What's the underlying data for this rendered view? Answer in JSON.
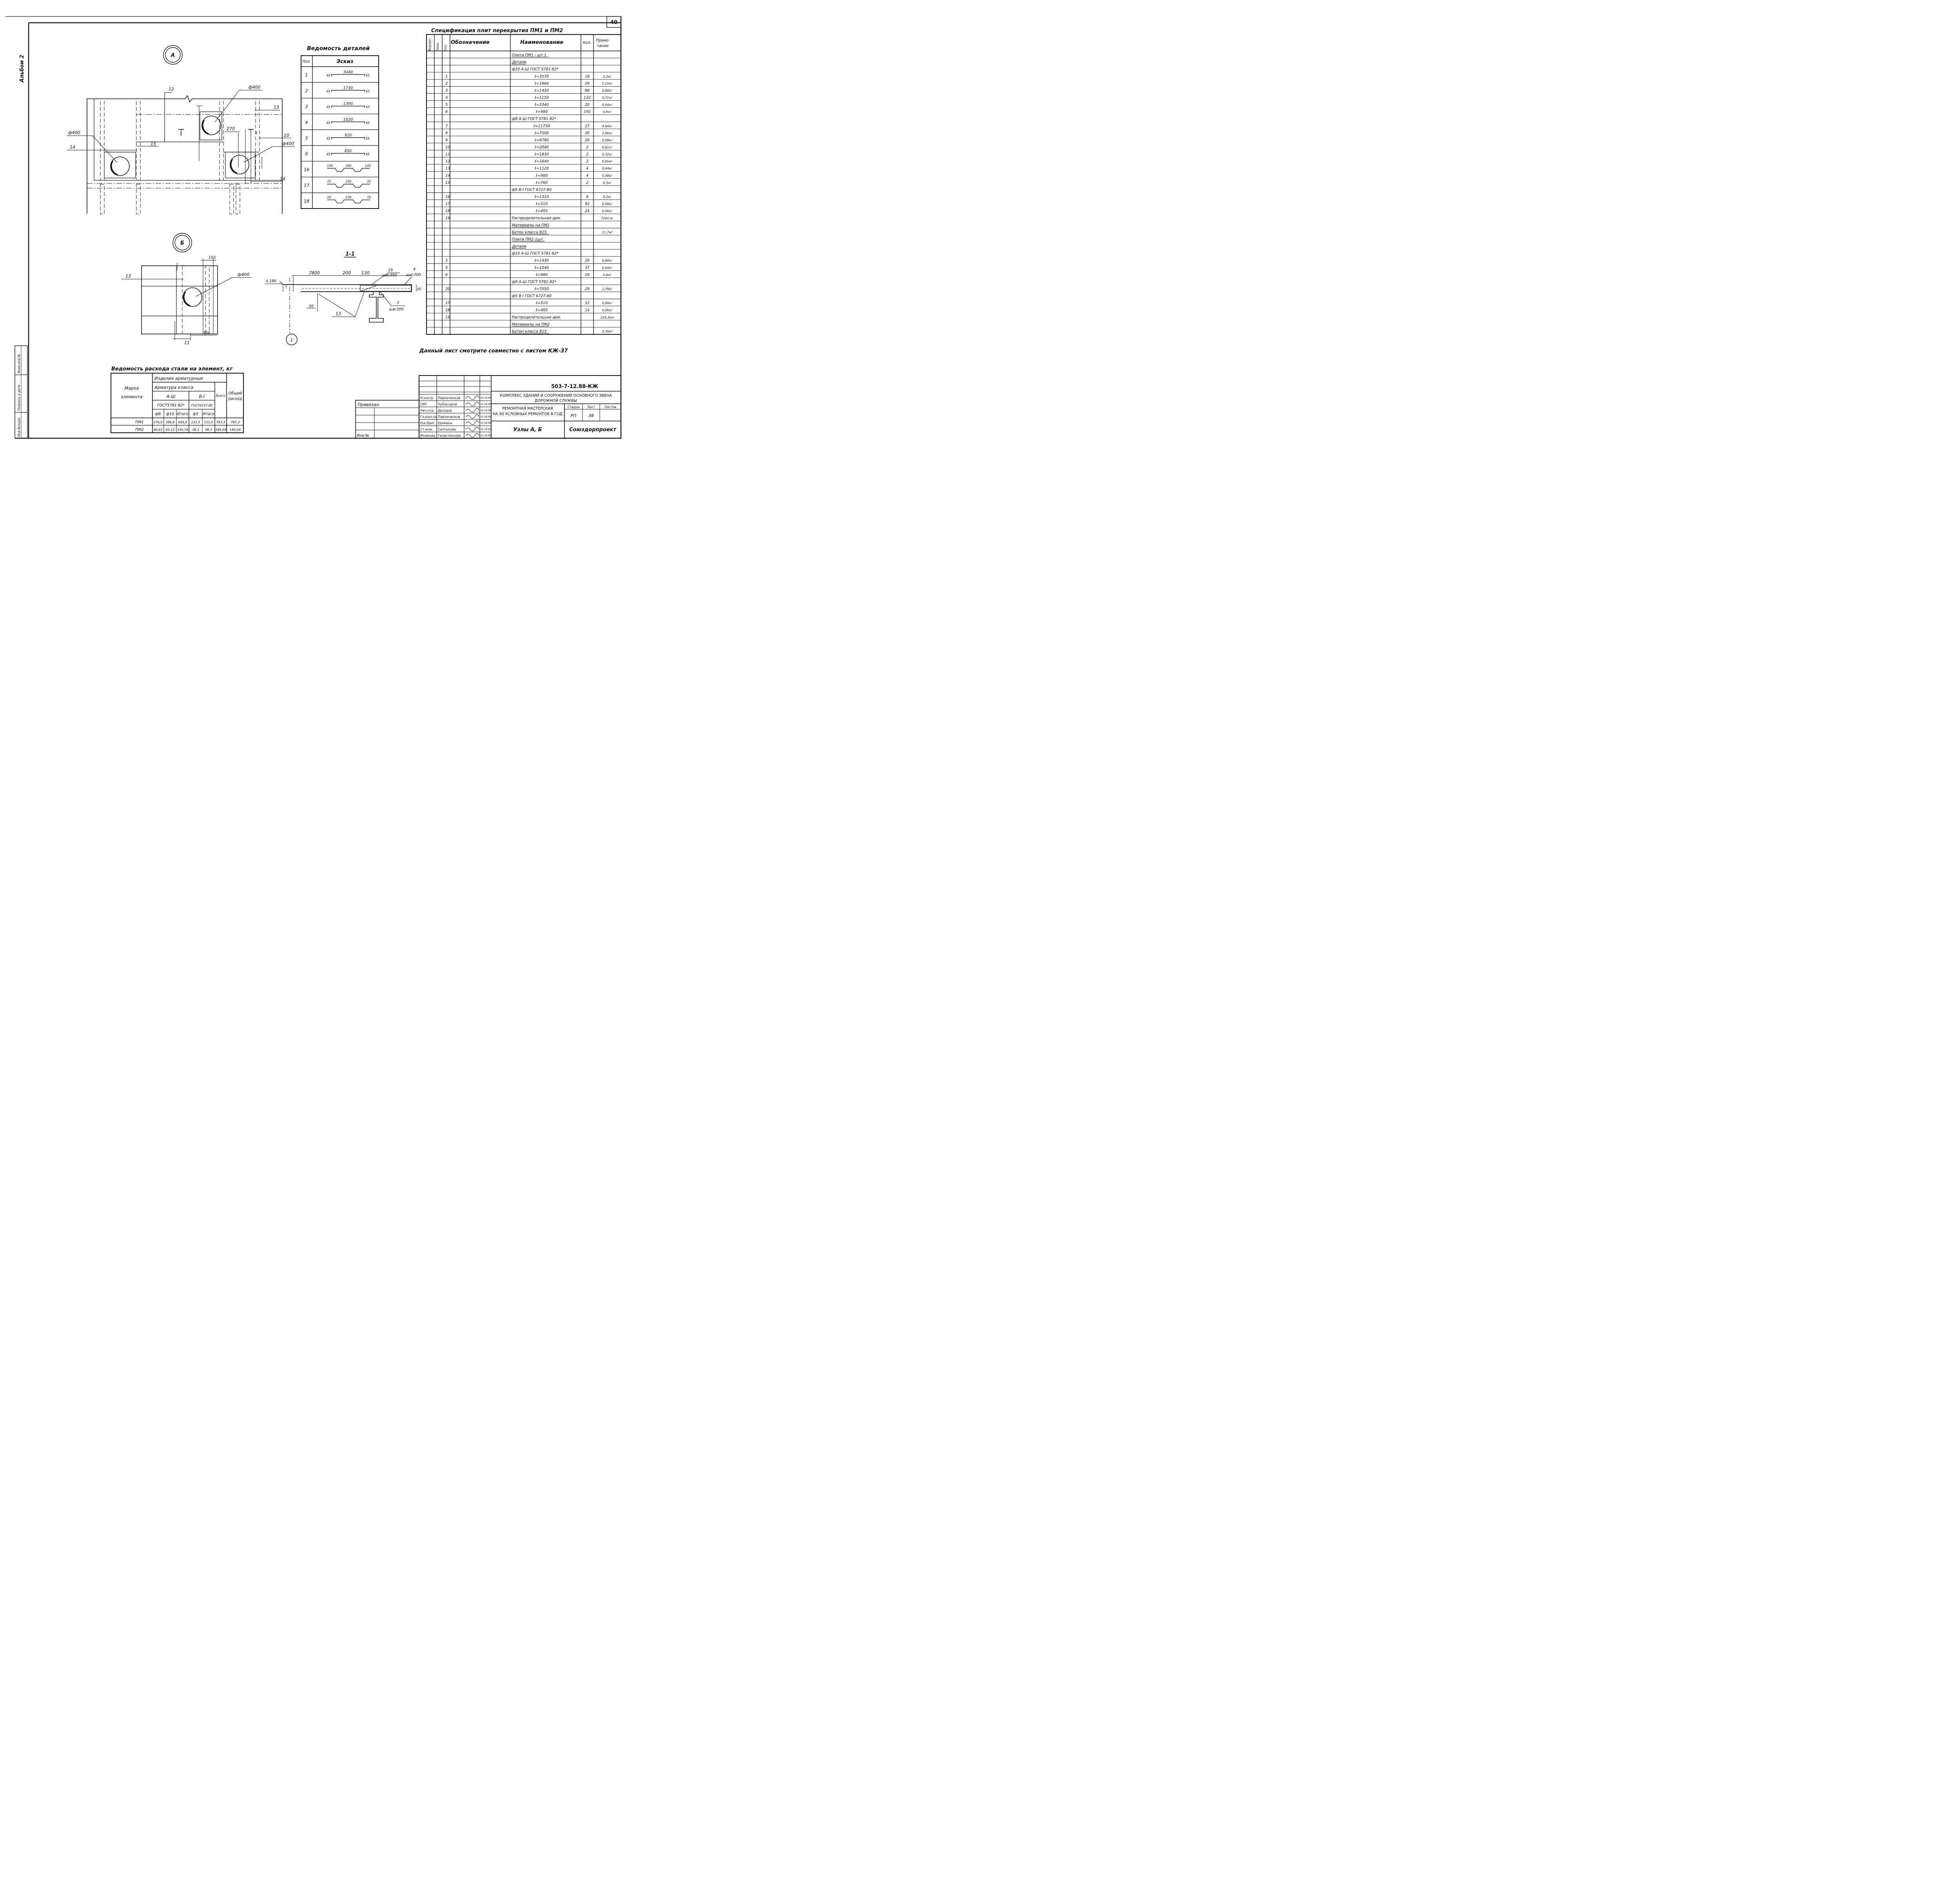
{
  "sheet_no": "40",
  "album_label": "Альбом 2",
  "node_a": "А",
  "node_b": "Б",
  "section_mark": "1-1",
  "axis_mark": "1",
  "plan_a": {
    "labels": {
      "p12": "12",
      "p13": "13",
      "p14a": "14",
      "p14b": "14",
      "p15": "15",
      "p10": "10",
      "d_top": "ф400",
      "d_left": "ф400",
      "d_right": "ф400",
      "dim270": "270",
      "sec1a": "1",
      "sec1b": "1"
    }
  },
  "plan_b": {
    "labels": {
      "p13": "13",
      "p11": "11",
      "d": "ф400",
      "dim150": "150",
      "dim350": "350"
    }
  },
  "section": {
    "labels": {
      "elev": "4.180",
      "d7800": "7800",
      "d200": "200",
      "d130": "130",
      "d80": "80",
      "d20": "20",
      "p19": "19",
      "step350": "шаг350",
      "p4": "4",
      "step200a": "шаг200",
      "p7": "7",
      "step200b": "шаг200",
      "p13": "13"
    }
  },
  "details_sheet": {
    "title": "Ведомость деталей",
    "headers": [
      "Поз.",
      "Эскиз"
    ],
    "rows": [
      {
        "pos": "1",
        "sketch": "3440",
        "l": "65",
        "r": "65"
      },
      {
        "pos": "2",
        "sketch": "1730",
        "l": "65",
        "r": "65"
      },
      {
        "pos": "3",
        "sketch": "1300",
        "l": "65",
        "r": "65"
      },
      {
        "pos": "4",
        "sketch": "1020",
        "l": "65",
        "r": "65"
      },
      {
        "pos": "5",
        "sketch": "910",
        "l": "65",
        "r": "65"
      },
      {
        "pos": "6",
        "sketch": "850",
        "l": "65",
        "r": "65"
      },
      {
        "pos": "16",
        "sketch": "360",
        "l": "100",
        "r": "100"
      },
      {
        "pos": "17",
        "sketch": "100",
        "l": "35",
        "r": "35"
      },
      {
        "pos": "18",
        "sketch": "100",
        "l": "35",
        "r": "35"
      }
    ]
  },
  "spec": {
    "title": "Спецификация плит перекрытия ПМ1 и ПМ2",
    "headers": [
      "Формат",
      "Зона",
      "Поз.",
      "Обозначение",
      "Наименование",
      "Кол.",
      "Приме-",
      "чание"
    ],
    "rows": [
      {
        "pos": "",
        "name": "Плита ПМ1 - шт.1",
        "qty": "",
        "note": "",
        "u": true
      },
      {
        "pos": "",
        "name": "Детали",
        "qty": "",
        "note": "",
        "u": true
      },
      {
        "pos": "",
        "name": "ф10 А-Ш ГОСТ 5781-82*",
        "qty": "",
        "note": "",
        "u": false
      },
      {
        "pos": "1",
        "name": "ℓ=3570",
        "qty": "18",
        "note": "2,2кг",
        "u": false
      },
      {
        "pos": "2",
        "name": "ℓ=1860",
        "qty": "26",
        "note": "1,15кг",
        "u": false
      },
      {
        "pos": "3",
        "name": "ℓ=1430",
        "qty": "86",
        "note": "0,88кг",
        "u": false
      },
      {
        "pos": "4",
        "name": "ℓ=1150",
        "qty": "132",
        "note": "0,71кг",
        "u": false
      },
      {
        "pos": "5",
        "name": "ℓ=1040",
        "qty": "20",
        "note": "0,64кг",
        "u": false
      },
      {
        "pos": "6",
        "name": "ℓ=980",
        "qty": "192",
        "note": "0,6кг",
        "u": false
      },
      {
        "pos": "",
        "name": "ф8 А-Ш ГОСТ 5781-82*",
        "qty": "",
        "note": "",
        "u": false
      },
      {
        "pos": "7",
        "name": "ℓ=11750",
        "qty": "27",
        "note": "4,64кг",
        "u": false
      },
      {
        "pos": "8",
        "name": "ℓ=7500",
        "qty": "30",
        "note": "2,96кг",
        "u": false
      },
      {
        "pos": "9",
        "name": "ℓ=6780",
        "qty": "20",
        "note": "2,68кг",
        "u": false
      },
      {
        "pos": "10",
        "name": "ℓ=2040",
        "qty": "2",
        "note": "0,81кг",
        "u": false
      },
      {
        "pos": "11",
        "name": "ℓ=1830",
        "qty": "2",
        "note": "0,72кг",
        "u": false
      },
      {
        "pos": "12",
        "name": "ℓ=1640",
        "qty": "2",
        "note": "0,65кг",
        "u": false
      },
      {
        "pos": "13",
        "name": "ℓ=1120",
        "qty": "4",
        "note": "0,44кг",
        "u": false
      },
      {
        "pos": "14",
        "name": "ℓ=960",
        "qty": "4",
        "note": "0,38кг",
        "u": false
      },
      {
        "pos": "15",
        "name": "ℓ=760",
        "qty": "2",
        "note": "0,3кг",
        "u": false
      },
      {
        "pos": "",
        "name": "ф5 В-I ГОСТ 6727-80",
        "qty": "",
        "note": "",
        "u": false
      },
      {
        "pos": "16",
        "name": "ℓ=1310",
        "qty": "6",
        "note": "0,2кг",
        "u": false
      },
      {
        "pos": "17",
        "name": "ℓ=510",
        "qty": "92",
        "note": "0,09кг",
        "u": false
      },
      {
        "pos": "18",
        "name": "ℓ=405",
        "qty": "24",
        "note": "0,06кг",
        "u": false
      },
      {
        "pos": "19",
        "name": "Распределительная арм.",
        "qty": "",
        "note": "724п.м.",
        "u": false
      },
      {
        "pos": "",
        "name": "Материалы на ПМ1",
        "qty": "",
        "note": "",
        "u": true
      },
      {
        "pos": "",
        "name": "Бетон класса В15",
        "qty": "",
        "note": "11,7м³",
        "u": true
      },
      {
        "pos": "",
        "name": "Плита ПМ2-1шт.",
        "qty": "",
        "note": "",
        "u": true
      },
      {
        "pos": "",
        "name": "Детали",
        "qty": "",
        "note": "",
        "u": true
      },
      {
        "pos": "",
        "name": "ф10 А-Ш ГОСТ 5781-82*",
        "qty": "",
        "note": "",
        "u": false
      },
      {
        "pos": "3",
        "name": "ℓ=1430",
        "qty": "26",
        "note": "0,88кг",
        "u": false
      },
      {
        "pos": "5",
        "name": "ℓ=1040",
        "qty": "37",
        "note": "0,64кг",
        "u": false
      },
      {
        "pos": "6",
        "name": "ℓ=980",
        "qty": "28",
        "note": "0,6кг",
        "u": false
      },
      {
        "pos": "",
        "name": "ф9 А-Ш ГОСТ 5781-82*",
        "qty": "",
        "note": "",
        "u": false
      },
      {
        "pos": "20",
        "name": "ℓ=7050",
        "qty": "29",
        "note": "2,78кг",
        "u": false
      },
      {
        "pos": "",
        "name": "ф5 В-I ГОСТ 6727-80",
        "qty": "",
        "note": "",
        "u": false
      },
      {
        "pos": "17",
        "name": "ℓ=510",
        "qty": "32",
        "note": "0,08кг",
        "u": false
      },
      {
        "pos": "18",
        "name": "ℓ=405",
        "qty": "14",
        "note": "0,06кг",
        "u": false
      },
      {
        "pos": "19",
        "name": "Распределительная арм.",
        "qty": "",
        "note": "226,4пм",
        "u": false
      },
      {
        "pos": "",
        "name": "Материалы на ПМ2",
        "qty": "",
        "note": "",
        "u": true
      },
      {
        "pos": "",
        "name": "Бетон класса В15",
        "qty": "",
        "note": "3,78м³",
        "u": true
      }
    ]
  },
  "note_text": "Данный лист смотрите совместно с листом КЖ-37",
  "steel": {
    "title": "Ведомость расхода стали на элемент, кг",
    "h_mark1": "Марка",
    "h_mark2": "элемента",
    "h_products": "Изделия арматурные",
    "h_class": "Арматура класса",
    "h_a3": "А-Ш",
    "h_b1": "В-I",
    "h_gost1": "ГОСТ5781-82*",
    "h_gost2": "ГОСТ6727-80",
    "h_total": "Всего",
    "h_common1": "Общий",
    "h_common2": "расход",
    "sub": [
      "ф8",
      "ф10",
      "Итого",
      "ф5",
      "Итого"
    ],
    "rows": [
      {
        "mark": "ПМ1",
        "v": [
          "276,0",
          "389,8",
          "665,8",
          "121,5",
          "121,5",
          "787,3",
          "787,3"
        ]
      },
      {
        "mark": "ПМ2",
        "v": [
          "80,62",
          "65,12",
          "145,74",
          "38,3",
          "38,3",
          "184,04",
          "184,04"
        ]
      }
    ]
  },
  "stamp": {
    "tied": "Привязан",
    "inv_no": "Инв.№",
    "code": "503-7-12.88-КЖ",
    "project": "КОМПЛЕКС ЗДАНИЙ И СООРУЖЕНИЙ ОСНОВНОГО ЗВЕНА",
    "project2": "ДОРОЖНОЙ СЛУЖБЫ",
    "object": "РЕМОНТНАЯ МАСТЕРСКАЯ",
    "object2": "НА 90 УСЛОВНЫХ РЕМОНТОВ В ГОД",
    "h_stage": "Стадия",
    "h_sheet": "Лист",
    "h_sheets": "Листов",
    "stage": "РП",
    "sheet": "38",
    "sheet_title": "Узлы А, Б",
    "org": "Союздорпроект",
    "staff": [
      {
        "role": "Н.контр",
        "name": "Павлюченков",
        "date": "01.09.88"
      },
      {
        "role": "ГИП",
        "name": "Чубоксаров",
        "date": "01.09.88"
      },
      {
        "role": "Нач.отд.",
        "name": "Дроздов",
        "date": "01.09.88"
      },
      {
        "role": "Гл.констр",
        "name": "Павлюченков",
        "date": "01.09.88"
      },
      {
        "role": "Рук.бриг.",
        "name": "Еремина",
        "date": "01.09.88"
      },
      {
        "role": "Ст.инж.",
        "name": "Салтыкова",
        "date": "01.09.88"
      },
      {
        "role": "Инженер",
        "name": "Галактионова",
        "date": "01.09.88"
      }
    ]
  },
  "side_stamp": [
    "Инв.№подл.",
    "Подпись и дата",
    "Взам.инв.№"
  ]
}
